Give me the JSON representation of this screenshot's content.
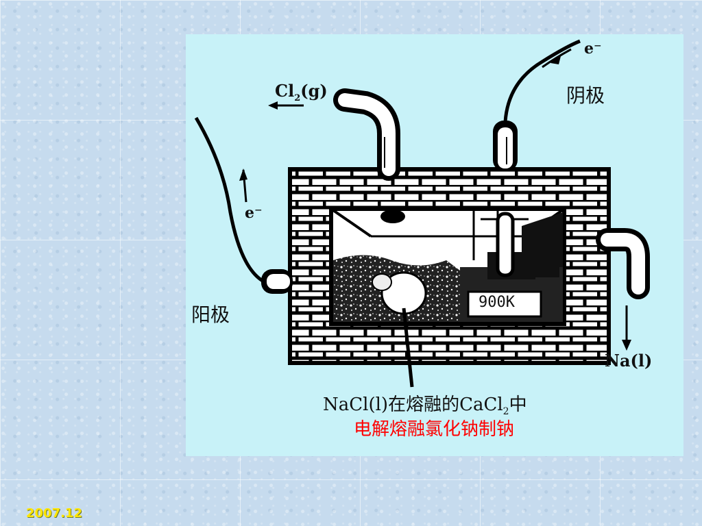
{
  "diagram": {
    "cl2_label": "Cl",
    "cl2_sub": "2",
    "cl2_state": "(g)",
    "electron_top": "e⁻",
    "electron_left": "e⁻",
    "cathode_label": "阴极",
    "anode_label": "阳极",
    "temperature": "900K",
    "na_label": "Na(l)",
    "caption_line1_pre": "NaCl(l)在熔融的CaCl",
    "caption_line1_sub": "2",
    "caption_line1_post": "中",
    "caption_line2": "电解熔融氯化钠制钠",
    "caption_color": "#ff0000"
  },
  "footer": {
    "date": "2007.12",
    "date_color": "#ffe600"
  }
}
